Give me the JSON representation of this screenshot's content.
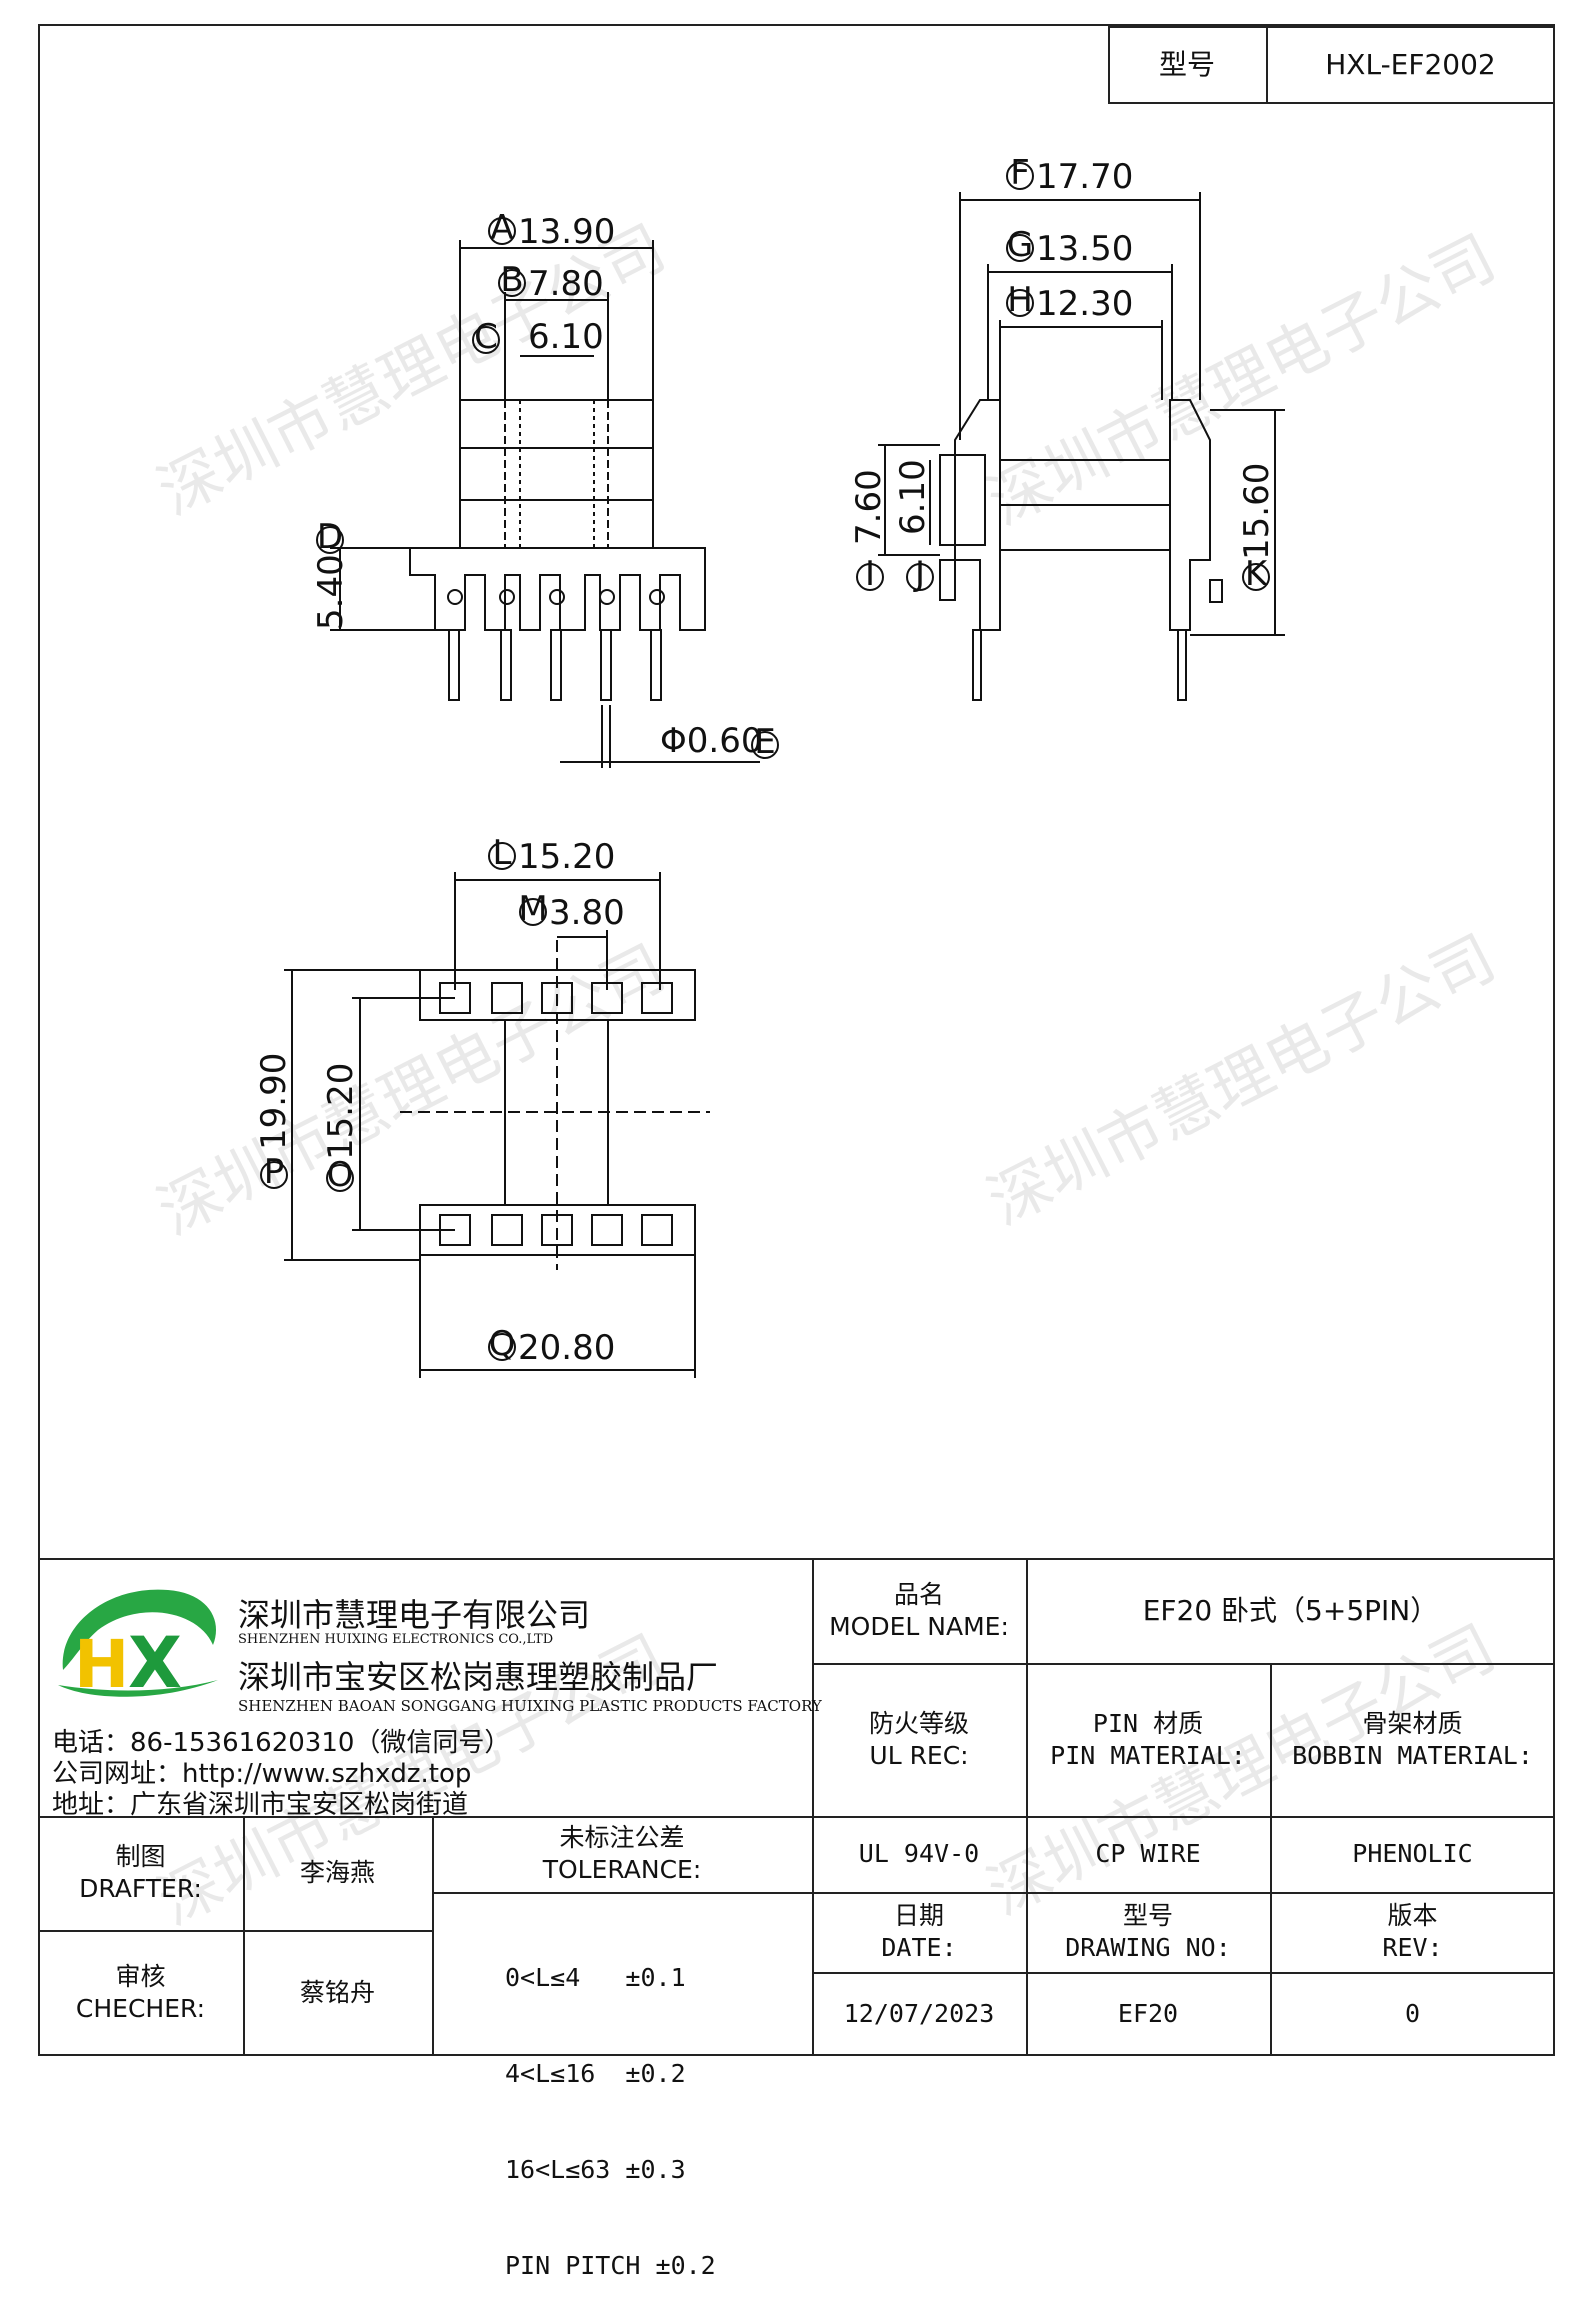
{
  "model_box": {
    "label": "型号",
    "value": "HXL-EF2002"
  },
  "drawing": {
    "front": {
      "A": "A",
      "A_val": "13.90",
      "B": "B",
      "B_val": "7.80",
      "C": "C",
      "C_val": "6.10",
      "D": "D",
      "D_val": "5.40",
      "E": "E",
      "E_val": "Φ0.60"
    },
    "side": {
      "F": "F",
      "F_val": "17.70",
      "G": "G",
      "G_val": "13.50",
      "H": "H",
      "H_val": "12.30",
      "I": "I",
      "I_val": "7.60",
      "J": "J",
      "J_val": "6.10",
      "K": "K",
      "K_val": "15.60"
    },
    "bottom": {
      "L": "L",
      "L_val": "15.20",
      "M": "M",
      "M_val": "3.80",
      "O": "O",
      "O_val": "15.20",
      "P": "P",
      "P_val": "19.90",
      "Q": "Q",
      "Q_val": "20.80"
    }
  },
  "watermark": "深圳市慧理电子公司",
  "company": {
    "name1": "深圳市慧理电子有限公司",
    "name1_en": "SHENZHEN HUIXING ELECTRONICS CO.,LTD",
    "name2": "深圳市宝安区松岗惠理塑胶制品厂",
    "name2_en": "SHENZHEN BAOAN SONGGANG HUIXING PLASTIC PRODUCTS FACTORY",
    "phone": "电话：86-15361620310（微信同号）",
    "website": "公司网址：http://www.szhxdz.top",
    "address": "地址：广东省深圳市宝安区松岗街道",
    "logo_text": "HX",
    "logo_colors": {
      "h": "#f2c200",
      "x": "#1e9a3c",
      "swoosh": "#28a744"
    }
  },
  "title_block": {
    "model_name_cn": "品名",
    "model_name_en": "MODEL NAME:",
    "model_name_value": "EF20 卧式（5+5PIN）",
    "ul_cn": "防火等级",
    "ul_en": "UL REC:",
    "pin_mat_cn": "PIN 材质",
    "pin_mat_en": "PIN MATERIAL:",
    "bobbin_cn": "骨架材质",
    "bobbin_en": "BOBBIN MATERIAL:",
    "ul_value": "UL 94V-0",
    "pin_value": "CP WIRE",
    "bobbin_value": "PHENOLIC",
    "drafter_cn": "制图",
    "drafter_en": "DRAFTER:",
    "drafter_name": "李海燕",
    "checker_cn": "审核",
    "checker_en": "CHECHER:",
    "checker_name": "蔡铭舟",
    "tol_cn": "未标注公差",
    "tol_en": "TOLERANCE:",
    "tol_lines": [
      "0<L≤4   ±0.1",
      "4<L≤16  ±0.2",
      "16<L≤63 ±0.3",
      "PIN PITCH ±0.2"
    ],
    "date_cn": "日期",
    "date_en": "DATE:",
    "drawing_no_cn": "型号",
    "drawing_no_en": "DRAWING NO:",
    "rev_cn": "版本",
    "rev_en": "REV:",
    "date_value": "12/07/2023",
    "drawing_no_value": "EF20",
    "rev_value": "0"
  }
}
